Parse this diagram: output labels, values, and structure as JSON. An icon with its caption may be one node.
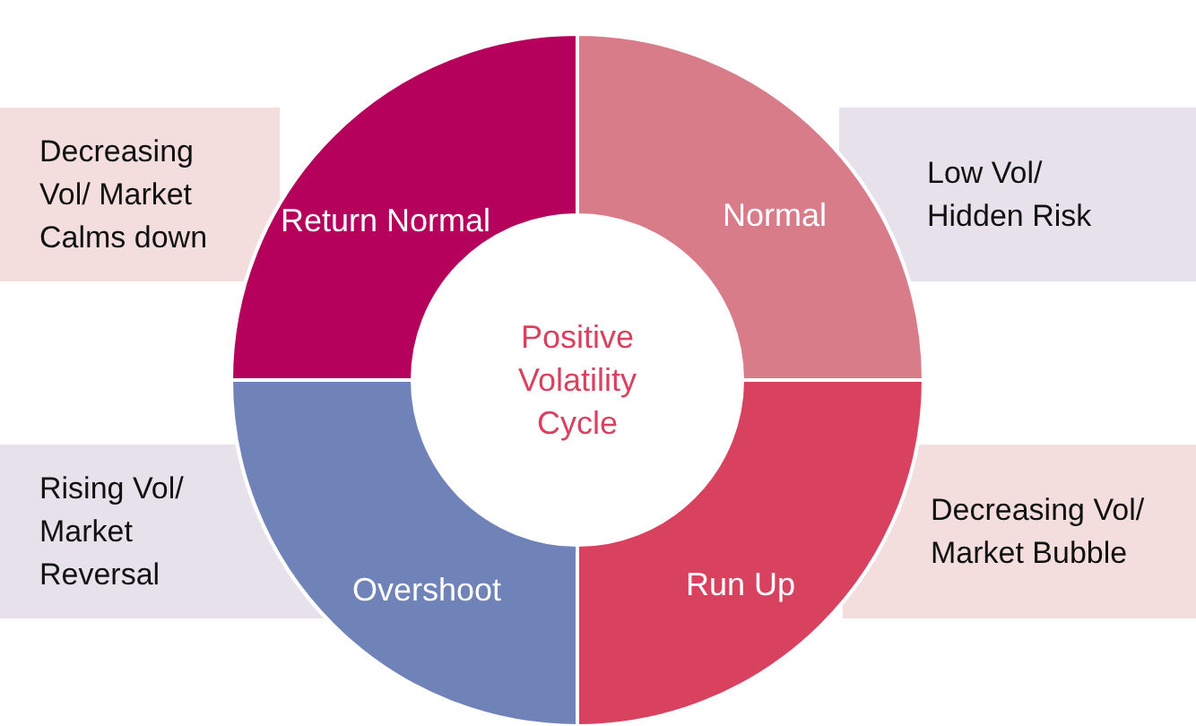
{
  "diagram": {
    "nodes": [
      {
        "text": [
          "Decreasing Vol/ Market Calms down"
        ]
      },
      {
        "text": [
          "Return Normal"
        ]
      },
      {
        "text": [
          "Normal"
        ]
      },
      {
        "text": [
          "Low Vol/ Hidden Risk"
        ]
      },
      {
        "text": [
          "Positive Volatility Cycle"
        ]
      },
      {
        "text": [
          "Rising Vol/ Market Reversal"
        ]
      },
      {
        "text": [
          "Overshoot"
        ]
      },
      {
        "text": [
          "Run Up"
        ]
      },
      {
        "text": [
          "Decreasing Vol/ Market Bubble"
        ]
      }
    ]
  }
}
